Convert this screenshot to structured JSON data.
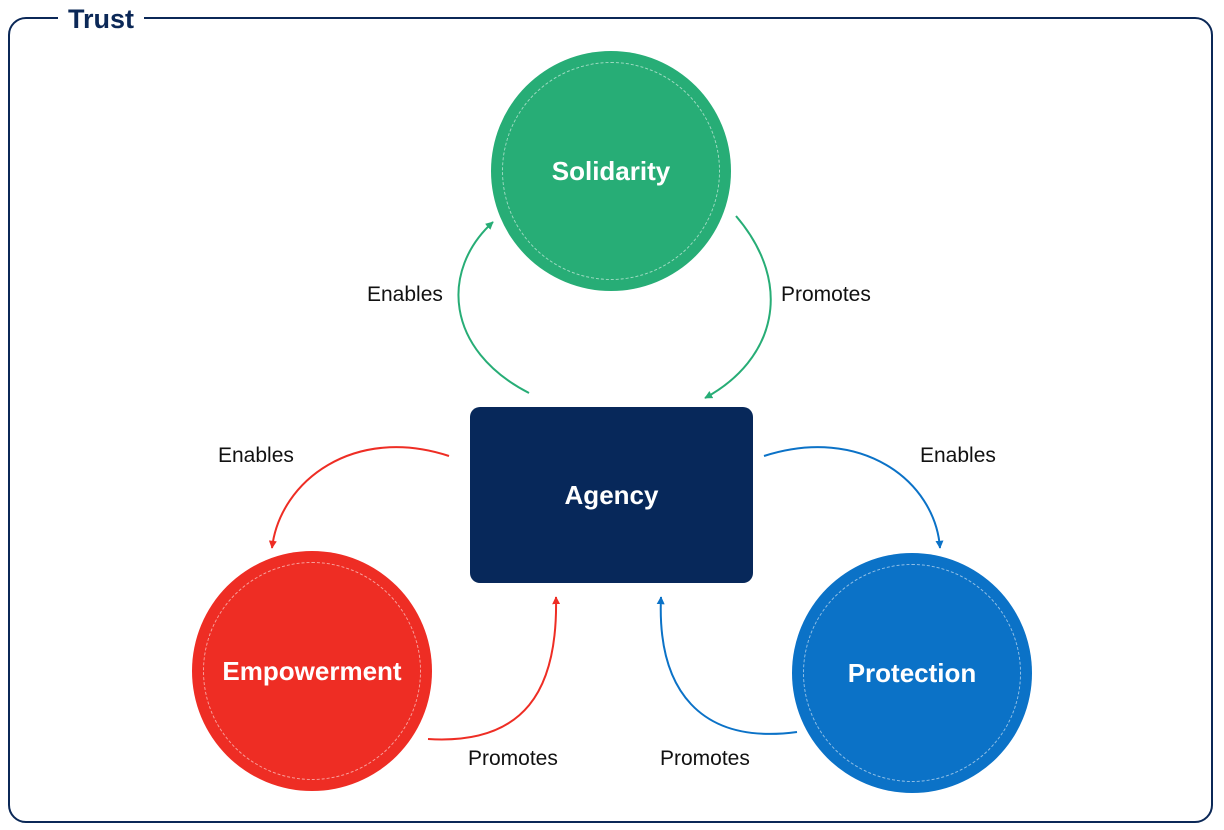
{
  "frame": {
    "title": "Trust"
  },
  "nodes": {
    "solidarity": "Solidarity",
    "agency": "Agency",
    "empowerment": "Empowerment",
    "protection": "Protection"
  },
  "edges": {
    "agency_to_solidarity": "Enables",
    "solidarity_to_agency": "Promotes",
    "agency_to_empowerment": "Enables",
    "empowerment_to_agency": "Promotes",
    "agency_to_protection": "Enables",
    "protection_to_agency": "Promotes"
  },
  "colors": {
    "frame": "#0b2857",
    "solidarity": "#27ad76",
    "agency": "#07285a",
    "empowerment": "#ee2d24",
    "protection": "#0b72c7"
  }
}
